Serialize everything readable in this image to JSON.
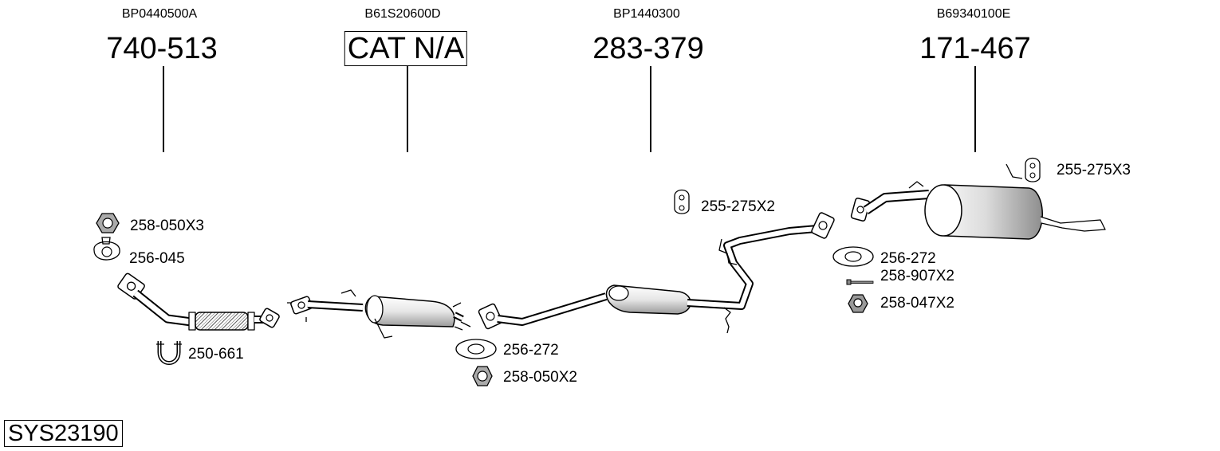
{
  "system_code": "SYS23190",
  "sections": [
    {
      "ref": "BP0440500A",
      "number": "740-513"
    },
    {
      "ref": "B61S20600D",
      "number": "CAT N/A"
    },
    {
      "ref": "BP1440300",
      "number": "283-379"
    },
    {
      "ref": "B69340100E",
      "number": "171-467"
    }
  ],
  "parts": [
    {
      "label": "258-050X3",
      "icon": "hex-nut-icon"
    },
    {
      "label": "256-045",
      "icon": "flange-gasket-icon"
    },
    {
      "label": "250-661",
      "icon": "u-bolt-clamp-icon"
    },
    {
      "label": "256-272",
      "icon": "oval-gasket-icon"
    },
    {
      "label": "258-050X2",
      "icon": "hex-nut-icon"
    },
    {
      "label": "255-275X2",
      "icon": "rubber-hanger-icon"
    },
    {
      "label": "256-272",
      "icon": "oval-gasket-icon"
    },
    {
      "label": "258-907X2",
      "icon": "bolt-icon"
    },
    {
      "label": "258-047X2",
      "icon": "flange-nut-icon"
    },
    {
      "label": "255-275X3",
      "icon": "rubber-hanger-icon"
    }
  ]
}
